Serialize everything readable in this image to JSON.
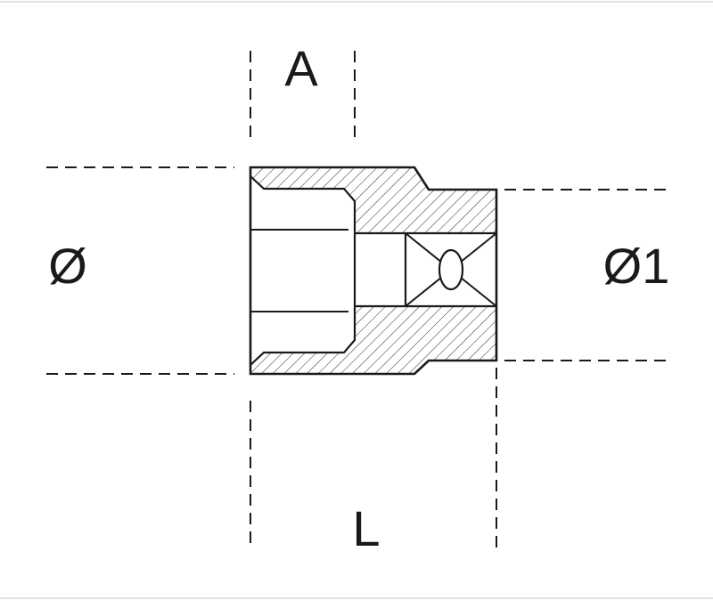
{
  "diagram": {
    "type": "technical-drawing",
    "subject": "socket cross-section with dimension lines",
    "labels": {
      "width_top": "A",
      "diameter_left": "Ø",
      "diameter_right": "Ø1",
      "length_bottom": "L"
    },
    "colors": {
      "line": "#1a1a1a",
      "hatch": "#2a2a2a",
      "background": "#ffffff",
      "frame": "#d9d9d9"
    }
  }
}
